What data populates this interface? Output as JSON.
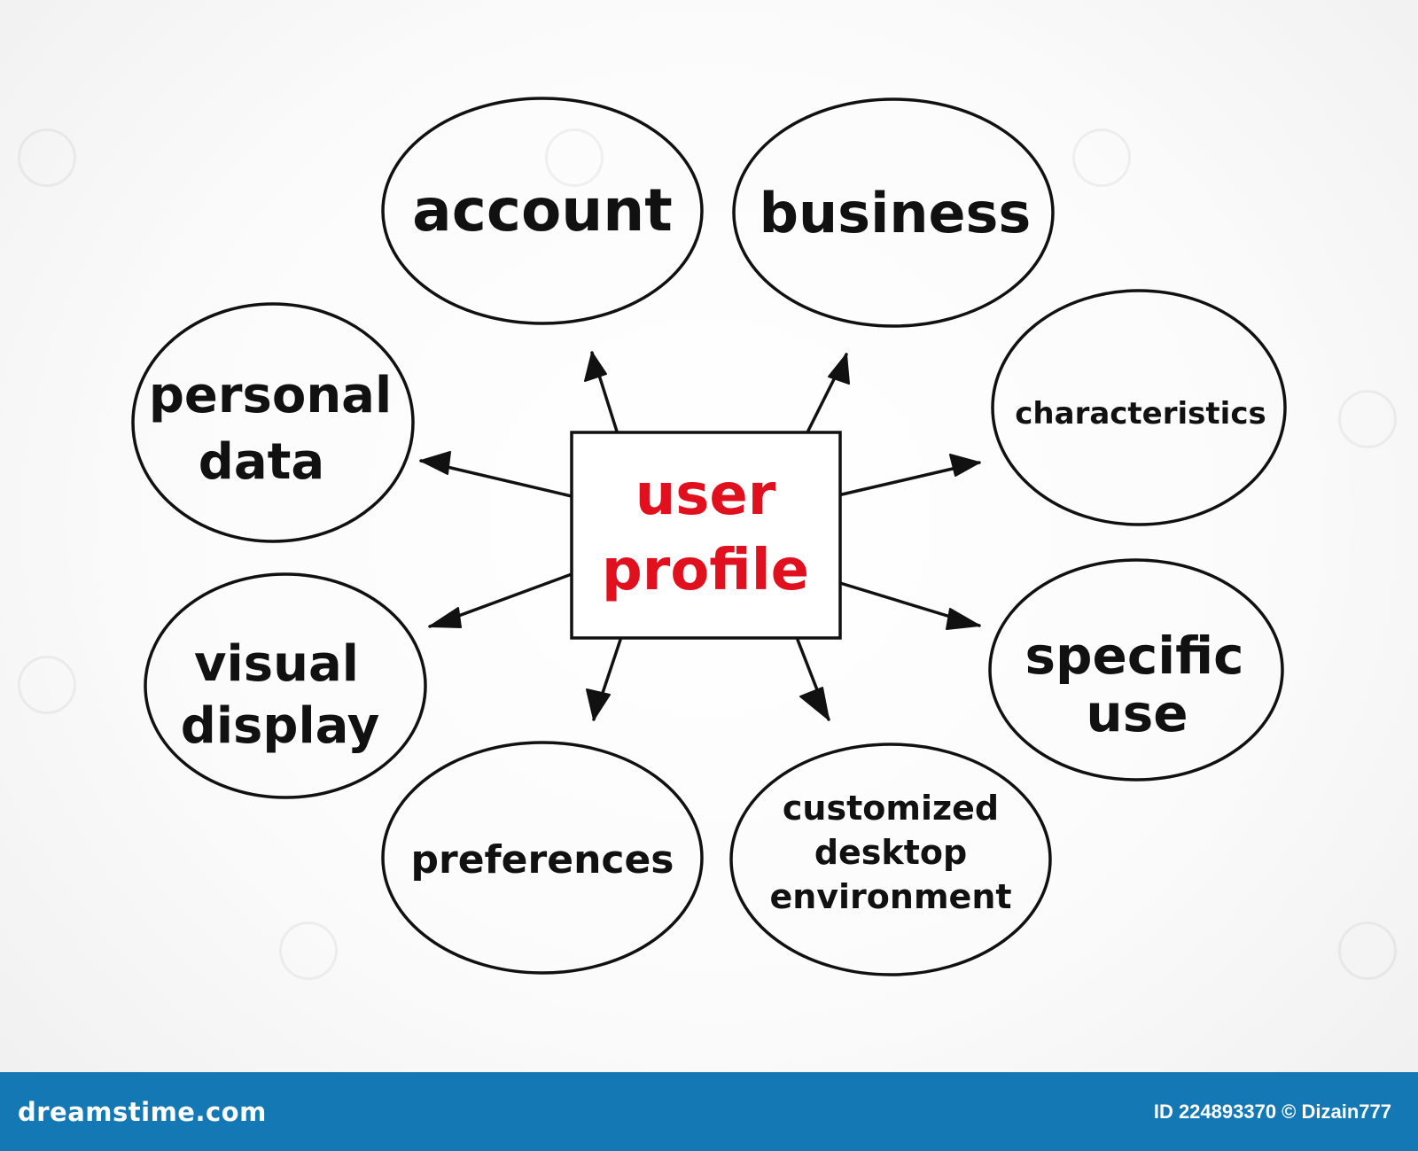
{
  "center": {
    "lines": [
      "user",
      "profile"
    ],
    "color": "#e0101e"
  },
  "nodes": {
    "account": [
      "account"
    ],
    "business": [
      "business"
    ],
    "personal_data": [
      "personal",
      "data"
    ],
    "characteristics": [
      "characteristics"
    ],
    "visual_display": [
      "visual",
      "display"
    ],
    "specific_use": [
      "specific",
      "use"
    ],
    "preferences": [
      "preferences"
    ],
    "customized": [
      "customized",
      "desktop",
      "environment"
    ]
  },
  "footer": {
    "site": "dreamstime.com",
    "credit": "ID 224893370 © Dizain777",
    "background": "#1478b4"
  }
}
